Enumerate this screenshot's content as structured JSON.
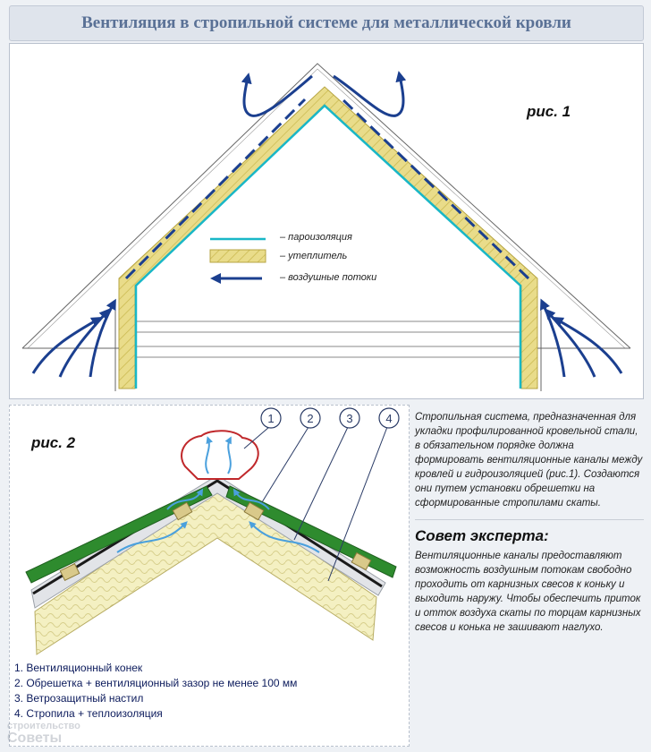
{
  "header": {
    "title": "Вентиляция в стропильной системе для металлической кровли"
  },
  "fig1": {
    "label": "рис. 1",
    "legend": [
      {
        "key": "vapor",
        "text": "– пароизоляция",
        "color": "#19b7c7"
      },
      {
        "key": "insulation",
        "text": "– утеплитель",
        "color": "#e9dc8a"
      },
      {
        "key": "airflow",
        "text": "– воздушные потоки",
        "color": "#1b3f8f"
      }
    ]
  },
  "fig2": {
    "label": "рис. 2",
    "callouts": [
      "1",
      "2",
      "3",
      "4"
    ],
    "legend": [
      "1. Вентиляционный конек",
      "2. Обрешетка + вентиляционный зазор не менее 100 мм",
      "3. Ветрозащитный настил",
      "4. Стропила + теплоизоляция"
    ]
  },
  "description": "Стропильная система, предназначенная для укладки профилированной кровельной стали, в обязательном порядке должна формировать вентиляционные каналы между кровлей и гидроизоляцией (рис.1). Создаются они путем установки обрешетки на сформированные стропилами скаты.",
  "expert": {
    "title": "Совет эксперта:",
    "text": "Вентиляционные каналы предоставляют возможность воздушным потокам свободно проходить от карнизных свесов к коньку и выходить наружу. Чтобы обеспечить приток и отток воздуха скаты по торцам карнизных свесов и конька не зашивают наглухо."
  },
  "watermark": {
    "line1": "строительство",
    "line2": "Советы"
  },
  "colors": {
    "airflow": "#1b3f8f",
    "vapor": "#19b7c7",
    "insulation": "#e9dc8a",
    "roof_green": "#2e8b2e",
    "ridge_red": "#c0282b"
  }
}
